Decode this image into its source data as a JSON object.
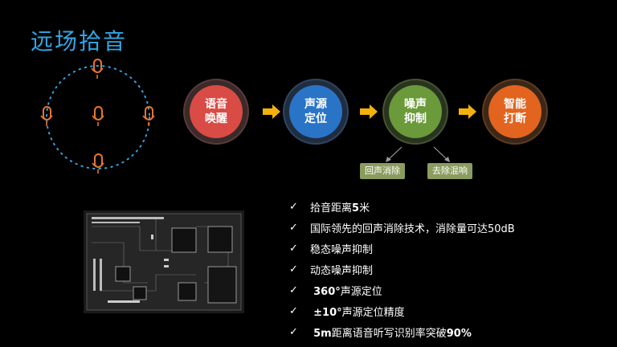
{
  "title": "远场拾音",
  "flow": [
    {
      "line1": "语音",
      "line2": "唤醒",
      "color": "#d94b45"
    },
    {
      "line1": "声源",
      "line2": "定位",
      "color": "#2a74c8"
    },
    {
      "line1": "噪声",
      "line2": "抑制",
      "color": "#6a9a3a"
    },
    {
      "line1": "智能",
      "line2": "打断",
      "color": "#e2641f"
    }
  ],
  "sub_tags": [
    "回声消除",
    "去除混响"
  ],
  "bullets": [
    {
      "pre": "拾音距离",
      "bold": "5",
      "post": "米"
    },
    {
      "pre": "国际领先的回声消除技术，消除量可达50dB",
      "bold": "",
      "post": ""
    },
    {
      "pre": "稳态噪声抑制",
      "bold": "",
      "post": ""
    },
    {
      "pre": "动态噪声抑制",
      "bold": "",
      "post": ""
    },
    {
      "pre": "",
      "bold": "360°",
      "post": "声源定位"
    },
    {
      "pre": "",
      "bold": "±10°",
      "post": "声源定位精度"
    },
    {
      "pre": "",
      "bold": "5m",
      "post": "距离语音听写识别率突破",
      "bold2": "90%"
    }
  ],
  "check_symbol": "✓",
  "colors": {
    "accent": "#2fa7e6",
    "mic": "#e8742a",
    "dots": "#3aa0d8",
    "arrow": "#f2b20c"
  }
}
